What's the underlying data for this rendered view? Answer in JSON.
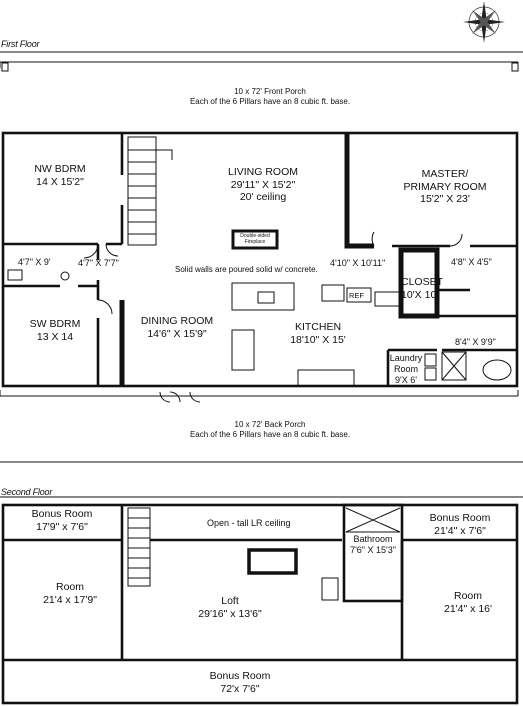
{
  "floors": {
    "first": "First Floor",
    "second": "Second Floor"
  },
  "first_floor": {
    "front_porch": {
      "line1": "10 x 72' Front Porch",
      "line2": "Each of the 6 Pillars have an 8 cubic ft. base."
    },
    "back_porch": {
      "line1": "10 x 72' Back Porch",
      "line2": "Each of the 6 Pillars have an 8 cubic ft. base."
    },
    "nw_bdrm": {
      "name": "NW BDRM",
      "size": "14 X 15'2\""
    },
    "living_room": {
      "name": "LIVING ROOM",
      "size": "29'11\" X 15'2\"",
      "note": "20' ceiling"
    },
    "master": {
      "line1": "MASTER/",
      "line2": "PRIMARY ROOM",
      "size": "15'2\" X 23'"
    },
    "fireplace": {
      "line1": "Double-sided",
      "line2": "Fireplace"
    },
    "bath_left": "4'7\" X 9'",
    "hall_left": "4'7\" X 7'7\"",
    "hall_center": "4'10\" X 10'11\"",
    "closet_small": "4'8\" X 4'5\"",
    "walls_note": "Solid walls are poured solid w/ concrete.",
    "closet": {
      "name": "CLOSET",
      "size": "10'X 10'"
    },
    "ref": "REF",
    "sw_bdrm": {
      "name": "SW BDRM",
      "size": "13 X 14"
    },
    "dining_room": {
      "name": "DINING ROOM",
      "size": "14'6\" X 15'9\""
    },
    "kitchen": {
      "name": "KITCHEN",
      "size": "18'10\" X 15'"
    },
    "laundry": {
      "line1": "Laundry",
      "line2": "Room",
      "size": "9'X 6'"
    },
    "bath_right": "8'4\" X 9'9\""
  },
  "second_floor": {
    "bonus_nw": {
      "name": "Bonus Room",
      "size": "17'9\" x 7'6\""
    },
    "open_ceiling": "Open - tall LR ceiling",
    "bathroom": {
      "name": "Bathroom",
      "size": "7'6\" X 15'3\""
    },
    "bonus_ne": {
      "name": "Bonus Room",
      "size": "21'4\" x 7'6\""
    },
    "room_left": {
      "name": "Room",
      "size": "21'4 x 17'9\""
    },
    "loft": {
      "name": "Loft",
      "size": "29'16\" x 13'6\""
    },
    "room_right": {
      "name": "Room",
      "size": "21'4\" x 16'"
    },
    "bonus_south": {
      "name": "Bonus Room",
      "size": "72'x 7'6\""
    }
  },
  "icons": [
    "compass-rose-icon"
  ]
}
